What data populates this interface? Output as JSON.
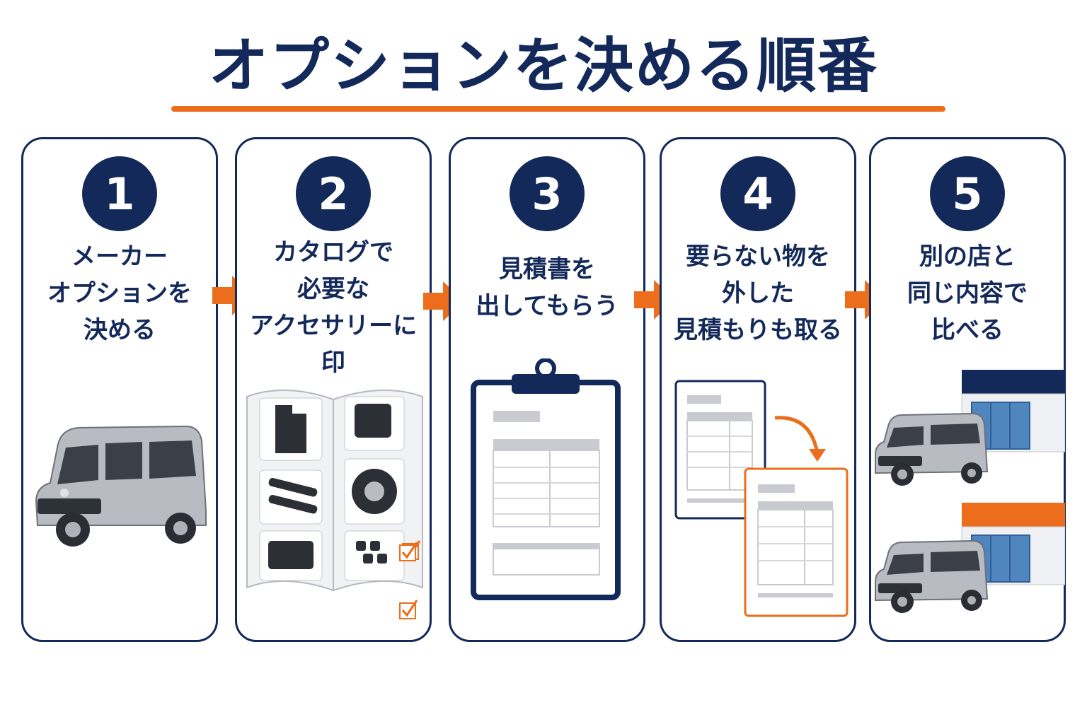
{
  "title": "オプションを決める順番",
  "steps": [
    {
      "number": "1",
      "lines": [
        "メーカー",
        "オプションを",
        "決める"
      ]
    },
    {
      "number": "2",
      "lines": [
        "カタログで",
        "必要な",
        "アクセサリーに",
        "印"
      ]
    },
    {
      "number": "3",
      "lines": [
        "見積書を",
        "出してもらう"
      ]
    },
    {
      "number": "4",
      "lines": [
        "要らない物を",
        "外した",
        "見積もりも取る"
      ]
    },
    {
      "number": "5",
      "lines": [
        "別の店と",
        "同じ内容で",
        "比べる"
      ]
    }
  ],
  "colors": {
    "navy": "#13295a",
    "orange": "#ec6d1b",
    "car_silver": "#b8bcc2",
    "doc_gray": "#c9cbd1"
  },
  "icons": [
    "car-icon",
    "catalog-icon",
    "clipboard-icon",
    "estimate-documents-icon",
    "store-icon"
  ]
}
